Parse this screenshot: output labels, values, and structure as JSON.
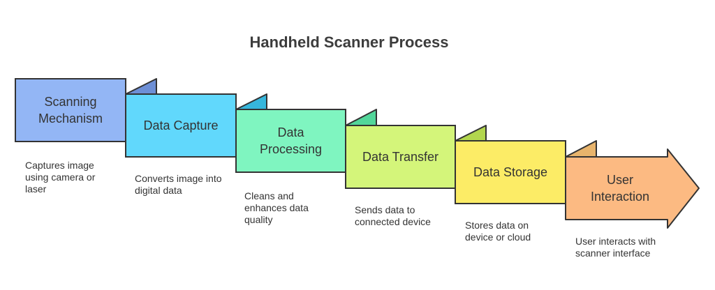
{
  "title": "Handheld Scanner Process",
  "steps": [
    {
      "label": "Scanning Mechanism",
      "description": "Captures image using camera or laser",
      "color": "#93B6F5"
    },
    {
      "label": "Data Capture",
      "description": "Converts image into digital data",
      "color": "#61D8FC"
    },
    {
      "label": "Data Processing",
      "description": "Cleans and enhances data quality",
      "color": "#7FF5C0"
    },
    {
      "label": "Data Transfer",
      "description": "Sends data to connected device",
      "color": "#D4F57A"
    },
    {
      "label": "Data Storage",
      "description": "Stores data on device or cloud",
      "color": "#FCEC66"
    },
    {
      "label": "User Interaction",
      "description": "User interacts with scanner interface",
      "color": "#FCBA82"
    }
  ]
}
